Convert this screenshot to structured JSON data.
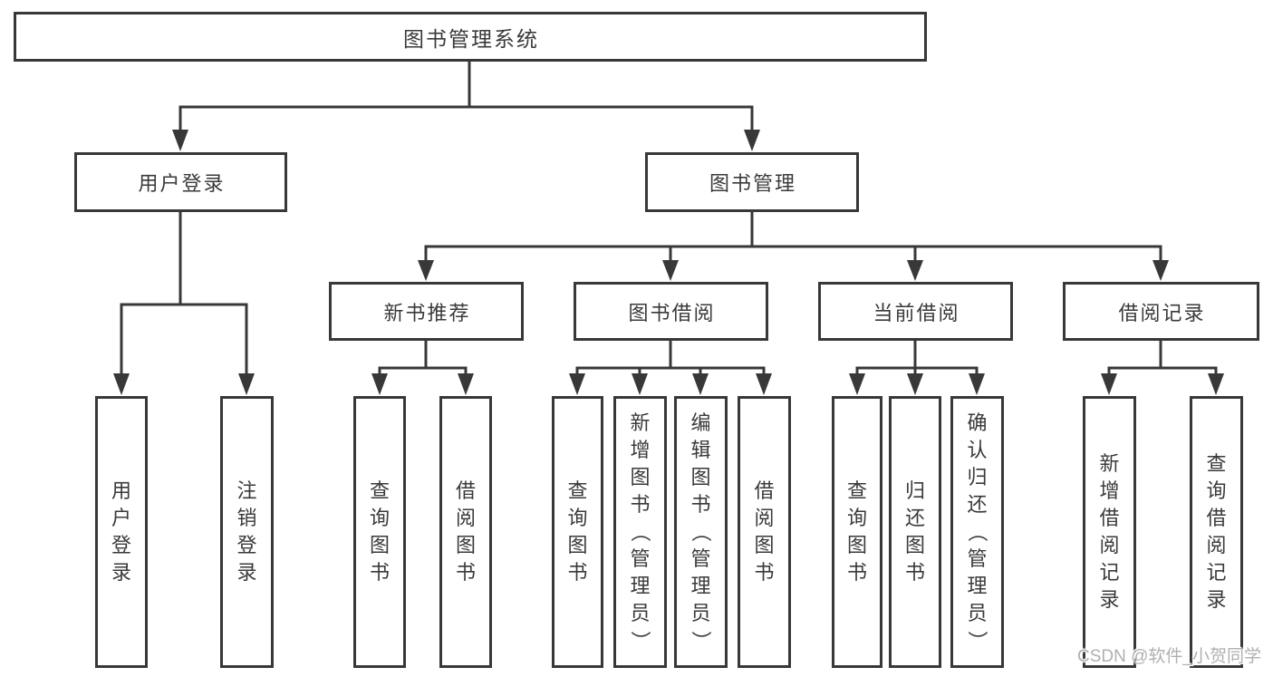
{
  "diagram": {
    "root": {
      "label": "图书管理系统"
    },
    "children": [
      {
        "label": "用户登录",
        "children": [
          {
            "label": "用户登录"
          },
          {
            "label": "注销登录"
          }
        ]
      },
      {
        "label": "图书管理",
        "children": [
          {
            "label": "新书推荐",
            "children": [
              {
                "label": "查询图书"
              },
              {
                "label": "借阅图书"
              }
            ]
          },
          {
            "label": "图书借阅",
            "children": [
              {
                "label": "查询图书"
              },
              {
                "label": "新增图书（管理员）"
              },
              {
                "label": "编辑图书（管理员）"
              },
              {
                "label": "借阅图书"
              }
            ]
          },
          {
            "label": "当前借阅",
            "children": [
              {
                "label": "查询图书"
              },
              {
                "label": "归还图书"
              },
              {
                "label": "确认归还（管理员）"
              }
            ]
          },
          {
            "label": "借阅记录",
            "children": [
              {
                "label": "新增借阅记录"
              },
              {
                "label": "查询借阅记录"
              }
            ]
          }
        ]
      }
    ]
  },
  "watermark": {
    "text": "CSDN @软件_小贺同学"
  },
  "colors": {
    "line": "#383838",
    "text": "#3a3a3a",
    "background": "#ffffff",
    "watermark": "#b0b0b0"
  }
}
